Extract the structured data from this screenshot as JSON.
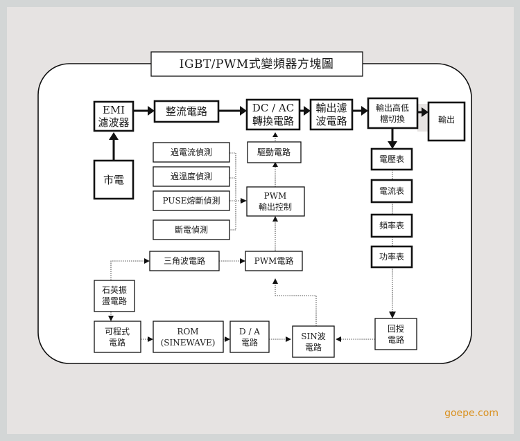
{
  "title": "IGBT/PWM式變頻器方塊圖",
  "watermark": "goepe.com",
  "blocks": {
    "emi_filter": [
      "EMI",
      "濾波器"
    ],
    "rectifier": [
      "整流電路"
    ],
    "dc_ac": [
      "DC / AC",
      "轉換電路"
    ],
    "output_filter": [
      "輸出濾",
      "波電路"
    ],
    "hi_lo_switch": [
      "輸出高低",
      "檔切換"
    ],
    "output": [
      "輸出"
    ],
    "mains": [
      "市電"
    ],
    "driver": [
      "驅動電路"
    ],
    "overcurrent": [
      "過電流偵測"
    ],
    "overtemp": [
      "過溫度偵測"
    ],
    "fuse": [
      "PUSE熔斷偵測"
    ],
    "power_loss": [
      "斷電偵測"
    ],
    "pwm_output_ctrl": [
      "PWM",
      "輸出控制"
    ],
    "voltmeter": [
      "電壓表"
    ],
    "ammeter": [
      "電流表"
    ],
    "freq_meter": [
      "頻率表"
    ],
    "power_meter": [
      "功率表"
    ],
    "triangle_wave": [
      "三角波電路"
    ],
    "pwm_circuit": [
      "PWM電路"
    ],
    "crystal_osc": [
      "石英振",
      "盪電路"
    ],
    "programmable": [
      "可程式",
      "電路"
    ],
    "rom": [
      "ROM",
      "(SINEWAVE)"
    ],
    "da": [
      "D / A",
      "電路"
    ],
    "sin_wave": [
      "SIN波",
      "電路"
    ],
    "feedback": [
      "回授",
      "電路"
    ]
  },
  "colors": {
    "line": "#111111",
    "dotted": "#555555",
    "panel": "#e6e3e2",
    "outer": "#d3d6d6",
    "watermark": "#d9901e"
  }
}
